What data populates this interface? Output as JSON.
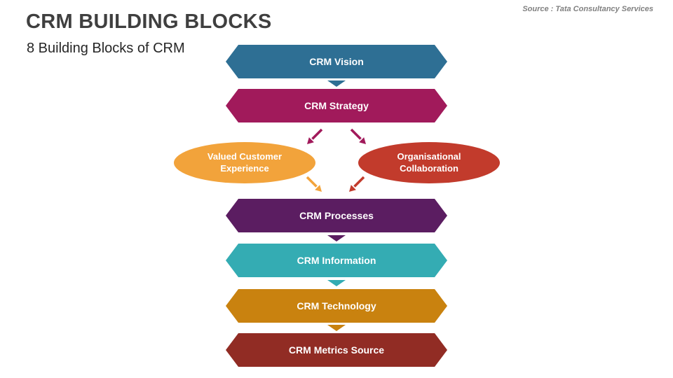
{
  "slide": {
    "title": "CRM BUILDING BLOCKS",
    "subtitle": "8 Building Blocks of CRM",
    "source": "Source : Tata Consultancy Services"
  },
  "diagram": {
    "blocks": [
      {
        "id": "crm-vision",
        "label": "CRM Vision",
        "color": "#2e6f94"
      },
      {
        "id": "crm-strategy",
        "label": "CRM Strategy",
        "color": "#a11a5b"
      },
      {
        "id": "crm-processes",
        "label": "CRM Processes",
        "color": "#5b1d61"
      },
      {
        "id": "crm-information",
        "label": "CRM Information",
        "color": "#34acb3"
      },
      {
        "id": "crm-technology",
        "label": "CRM Technology",
        "color": "#c9820f"
      },
      {
        "id": "crm-metrics-source",
        "label": "CRM Metrics Source",
        "color": "#912c24"
      }
    ],
    "ovals": [
      {
        "id": "valued-customer-experience",
        "label": "Valued Customer Experience",
        "lines": [
          "Valued Customer",
          "Experience"
        ],
        "color": "#f2a33b"
      },
      {
        "id": "organisational-collaboration",
        "label": "Organisational Collaboration",
        "lines": [
          "Organisational",
          "Collaboration"
        ],
        "color": "#c23b2c"
      }
    ],
    "connectors": [
      {
        "from": "crm-vision",
        "to": "crm-strategy",
        "type": "triangle",
        "color": "#2e6f94"
      },
      {
        "from": "crm-strategy",
        "to": "valued-customer-experience",
        "type": "diagonal-arrow",
        "color": "#a11a5b"
      },
      {
        "from": "crm-strategy",
        "to": "organisational-collaboration",
        "type": "diagonal-arrow",
        "color": "#a11a5b"
      },
      {
        "from": "valued-customer-experience",
        "to": "crm-processes",
        "type": "diagonal-arrow",
        "color": "#f2a33b"
      },
      {
        "from": "organisational-collaboration",
        "to": "crm-processes",
        "type": "diagonal-arrow",
        "color": "#c23b2c"
      },
      {
        "from": "crm-processes",
        "to": "crm-information",
        "type": "triangle",
        "color": "#5b1d61"
      },
      {
        "from": "crm-information",
        "to": "crm-technology",
        "type": "triangle",
        "color": "#34acb3"
      },
      {
        "from": "crm-technology",
        "to": "crm-metrics-source",
        "type": "triangle",
        "color": "#c9820f"
      }
    ]
  }
}
